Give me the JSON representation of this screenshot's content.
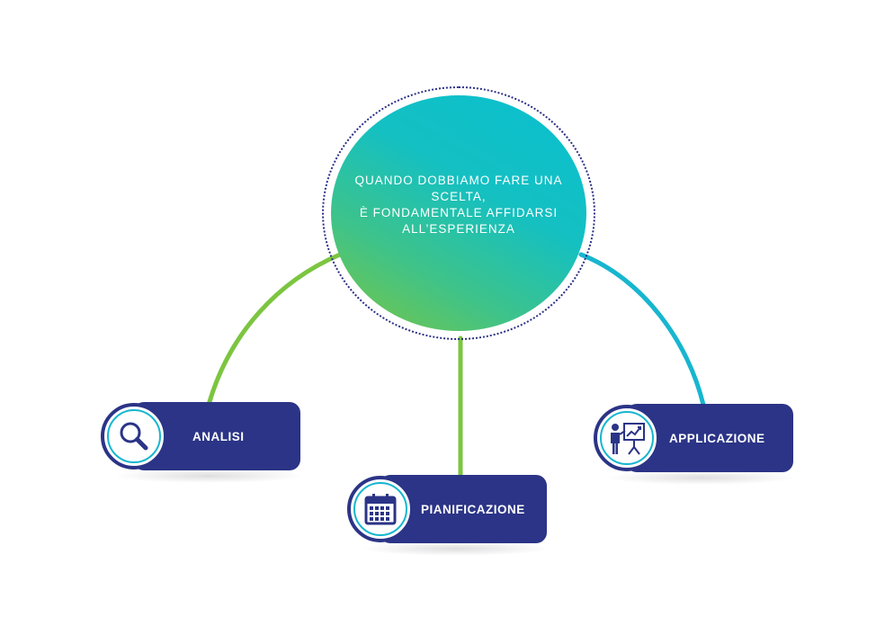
{
  "center": {
    "lines": [
      "QUANDO DOBBIAMO FARE UNA SCELTA,",
      "È FONDAMENTALE AFFIDARSI",
      "ALL’ESPERIENZA"
    ]
  },
  "nodes": {
    "analisi": {
      "label": "ANALISI",
      "icon": "magnifier-icon"
    },
    "pianificazione": {
      "label": "PIANIFICAZIONE",
      "icon": "calendar-icon"
    },
    "applicazione": {
      "label": "APPLICAZIONE",
      "icon": "presentation-icon"
    }
  },
  "colors": {
    "navy": "#2b3486",
    "teal": "#17b6cf",
    "green": "#7cc540",
    "cyan": "#09bfd0"
  }
}
